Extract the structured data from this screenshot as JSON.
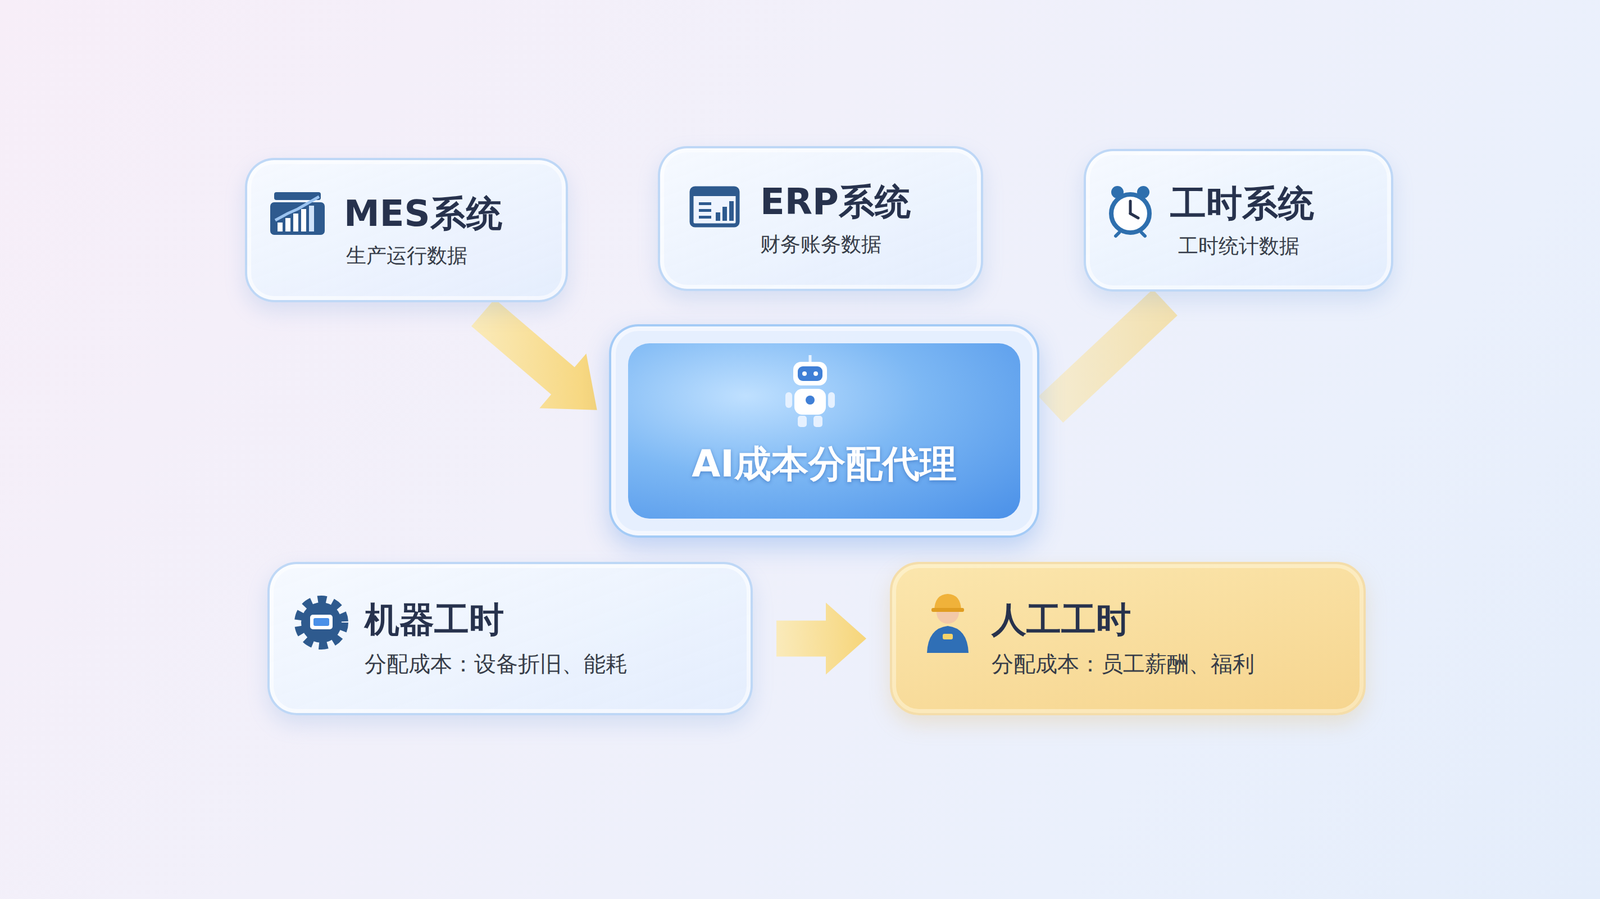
{
  "diagram": {
    "nodes": [
      {
        "text": [
          "MES系统",
          "生产运行数据"
        ]
      },
      {
        "text": [
          "ERP系统",
          "财务账务数据"
        ]
      },
      {
        "text": [
          "工时系统",
          "工时统计数据"
        ]
      },
      {
        "text": [
          "AI成本分配代理"
        ]
      },
      {
        "text": [
          "机器工时",
          "分配成本：设备折旧、能耗"
        ]
      },
      {
        "text": [
          "人工工时",
          "分配成本：员工薪酬、福利"
        ]
      }
    ],
    "edges": [
      {
        "from": 0,
        "to": 3,
        "arrow": "to"
      },
      {
        "from": 2,
        "to": 3,
        "arrow": "none"
      },
      {
        "from": 4,
        "to": 5,
        "arrow": "to"
      }
    ]
  }
}
